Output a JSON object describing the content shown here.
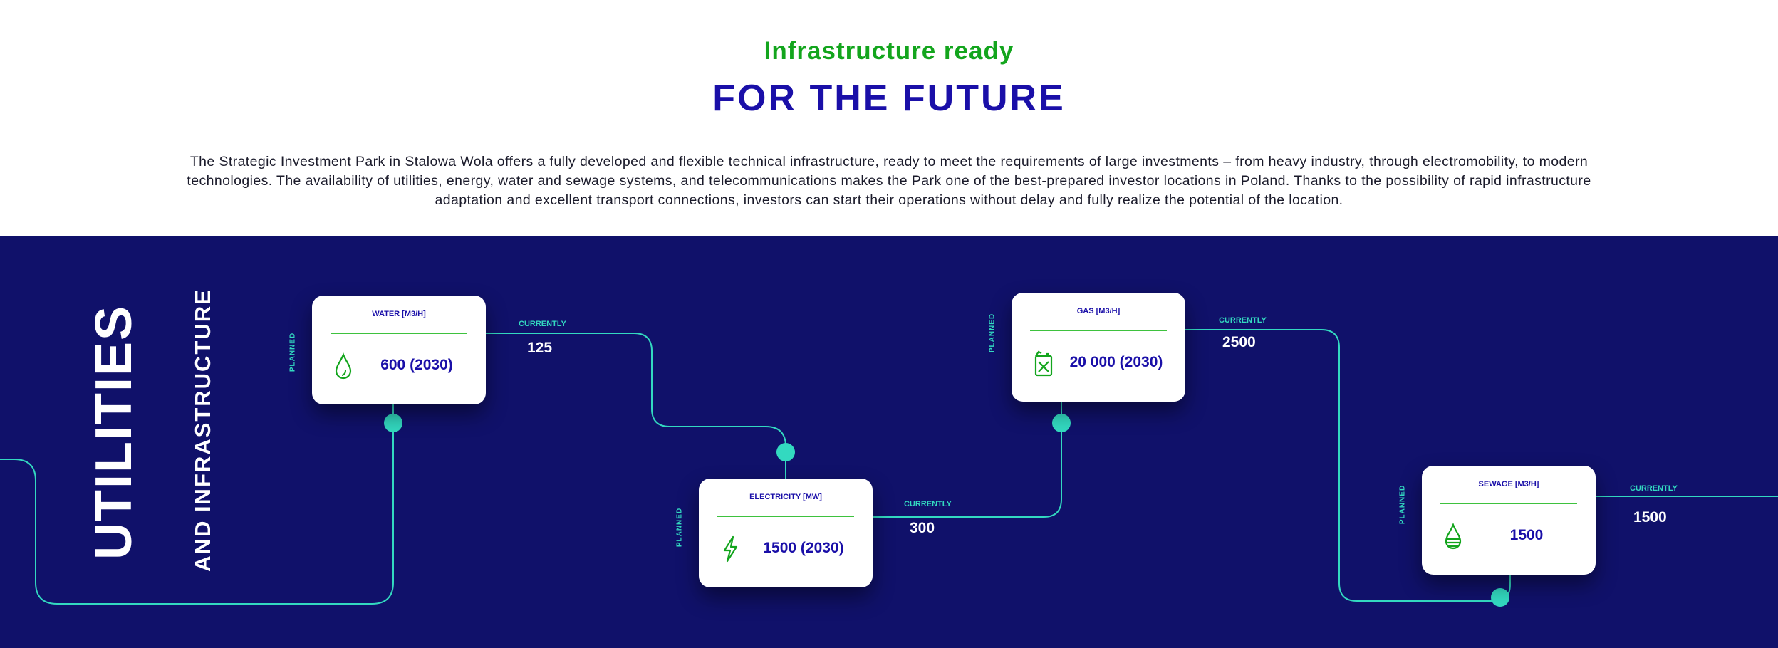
{
  "header": {
    "kicker": "Infrastructure ready",
    "title": "FOR THE FUTURE",
    "paragraph": "The Strategic Investment Park in Stalowa Wola offers a fully developed and flexible technical infrastructure, ready to meet the requirements of large investments – from heavy industry, through electromobility, to modern technologies. The availability of utilities, energy, water and sewage systems, and telecommunications makes the Park one of the best-prepared investor locations in Poland. Thanks to the possibility of rapid infrastructure adaptation and excellent transport connections, investors can start their operations without delay and fully realize the potential of the location."
  },
  "section": {
    "title": "UTILITIES",
    "subtitle": "AND INFRASTRUCTURE"
  },
  "labels": {
    "planned": "PLANNED",
    "currently": "CURRENTLY"
  },
  "utilities": [
    {
      "name": "WATER [M3/H]",
      "icon": "water-drop-icon",
      "planned": "600 (2030)",
      "current": "125"
    },
    {
      "name": "ELECTRICITY [MW]",
      "icon": "lightning-icon",
      "planned": "1500 (2030)",
      "current": "300"
    },
    {
      "name": "GAS [M3/H]",
      "icon": "gas-canister-icon",
      "planned": "20 000 (2030)",
      "current": "2500"
    },
    {
      "name": "SEWAGE [M3/H]",
      "icon": "sewage-drop-icon",
      "planned": "1500",
      "current": "1500"
    }
  ],
  "colors": {
    "navy": "#10116a",
    "accent": "#33d9c0",
    "green": "#13a51d",
    "blue": "#1a0fa8"
  }
}
